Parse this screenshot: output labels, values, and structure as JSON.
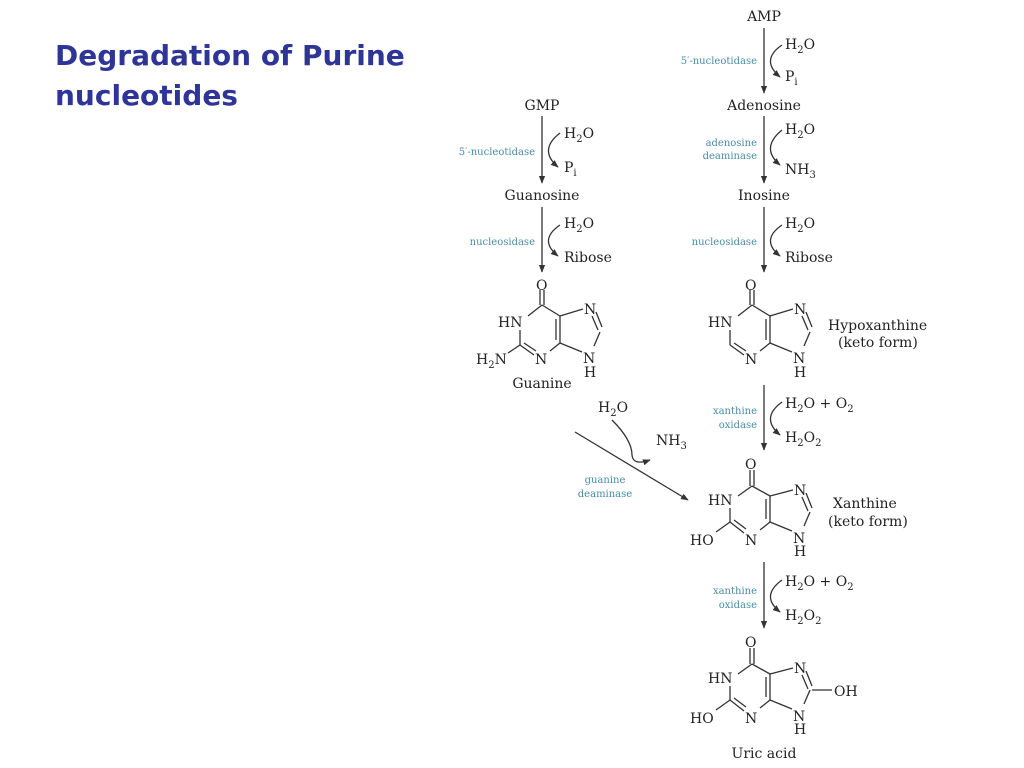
{
  "title": {
    "line1": "Degradation of Purine",
    "line2": "nucleotides"
  },
  "colors": {
    "title": "#2e3596",
    "enzyme": "#4a8ca3",
    "text": "#222222"
  },
  "left_pathway": {
    "start": "GMP",
    "steps": [
      {
        "enzyme": "5′-nucleotidase",
        "in": "H2O",
        "out": "Pi"
      },
      {
        "enzyme": "nucleosidase",
        "in": "H2O",
        "out": "Ribose"
      }
    ],
    "intermediate": "Guanosine",
    "product": "Guanine"
  },
  "right_pathway": {
    "start": "AMP",
    "steps": [
      {
        "enzyme": "5′-nucleotidase",
        "in": "H2O",
        "out": "Pi"
      },
      {
        "enzyme_line1": "adenosine",
        "enzyme_line2": "deaminase",
        "in": "H2O",
        "out": "NH3"
      },
      {
        "enzyme": "nucleosidase",
        "in": "H2O",
        "out": "Ribose"
      }
    ],
    "intermediates": [
      "Adenosine",
      "Inosine"
    ]
  },
  "guanine_deaminase": {
    "enzyme_line1": "guanine",
    "enzyme_line2": "deaminase",
    "in": "H2O",
    "out": "NH3"
  },
  "xanthine_oxidase": {
    "enzyme_line1": "xanthine",
    "enzyme_line2": "oxidase",
    "in": "H2O + O2",
    "out": "H2O2"
  },
  "structures": {
    "hypoxanthine": {
      "name": "Hypoxanthine",
      "form": "(keto form)"
    },
    "xanthine": {
      "name": "Xanthine",
      "form": "(keto form)"
    },
    "uric_acid": {
      "name": "Uric acid"
    }
  }
}
